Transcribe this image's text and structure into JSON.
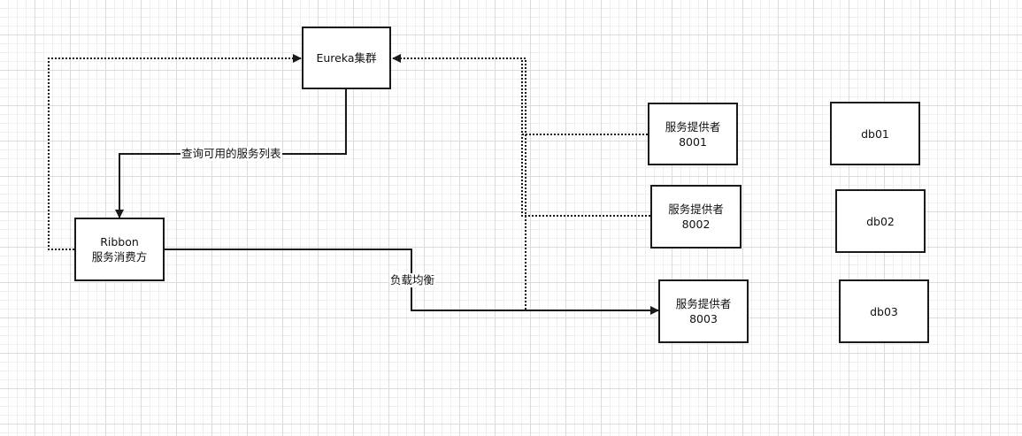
{
  "nodes": {
    "eureka": {
      "line1": "Eureka集群"
    },
    "ribbon": {
      "line1": "Ribbon",
      "line2": "服务消费方"
    },
    "provider1": {
      "line1": "服务提供者",
      "line2": "8001"
    },
    "provider2": {
      "line1": "服务提供者",
      "line2": "8002"
    },
    "provider3": {
      "line1": "服务提供者",
      "line2": "8003"
    },
    "db1": {
      "line1": "db01"
    },
    "db2": {
      "line1": "db02"
    },
    "db3": {
      "line1": "db03"
    }
  },
  "edges": {
    "query_label": "查询可用的服务列表",
    "load_balance_label": "负载均衡"
  },
  "colors": {
    "line": "#1a1a1a",
    "grid_major": "#dcdcdc",
    "grid_minor": "#efefef"
  }
}
